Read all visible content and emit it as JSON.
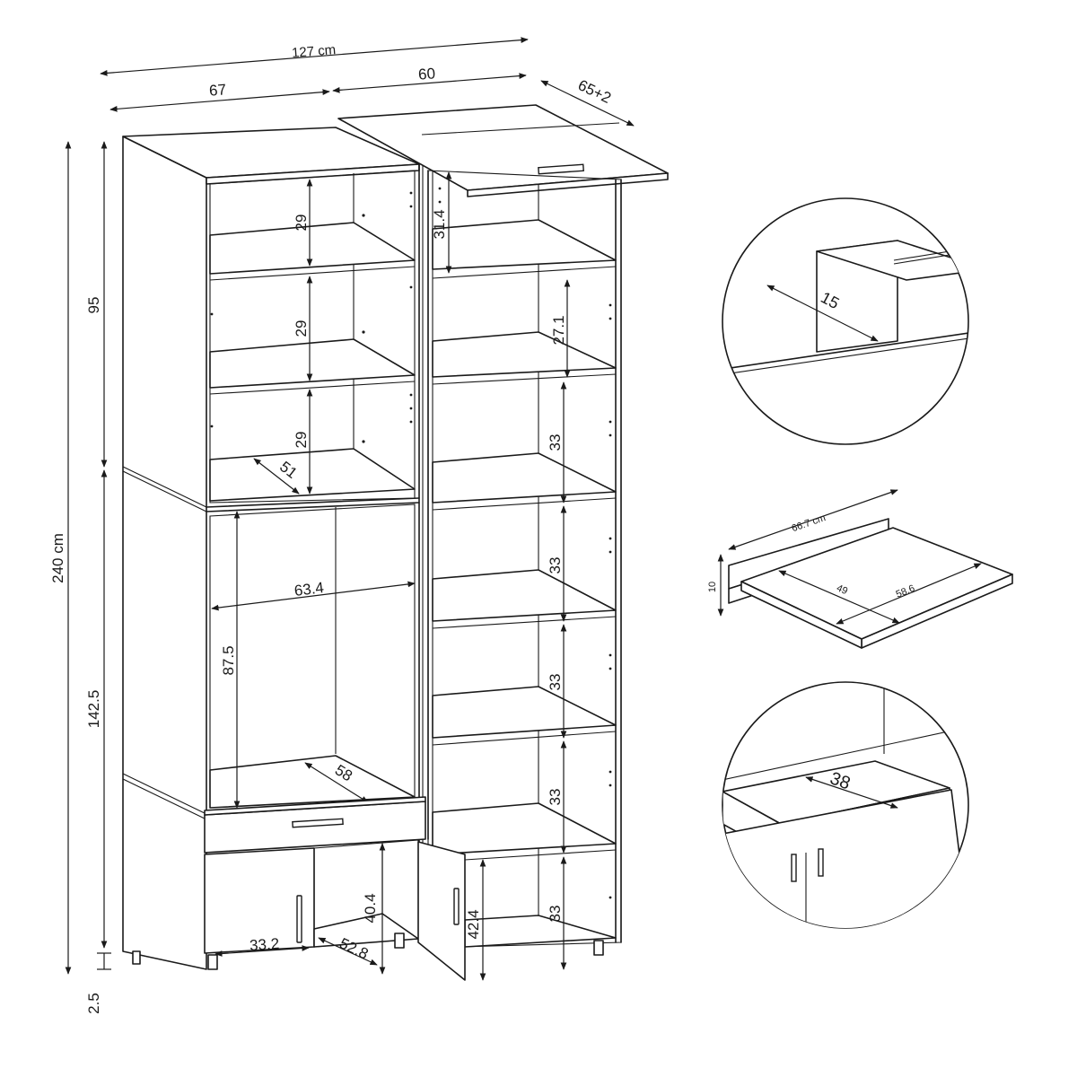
{
  "colors": {
    "line": "#1a1a1a",
    "background": "#ffffff"
  },
  "dims": {
    "total_width": "127 cm",
    "left_width": "67",
    "right_width": "60",
    "depth": "65+2",
    "total_height": "240 cm",
    "upper_height": "95",
    "lower_height": "142.5",
    "plinth": "2.5",
    "shelf_top_left": "29",
    "shelf_mid_left": "29",
    "shelf_low_left": "29",
    "shelf_depth_left": "51",
    "shelf_top_right": "31.4",
    "shelf_right_2": "27.1",
    "shelf_right_3": "33",
    "shelf_right_4": "33",
    "shelf_right_5": "33",
    "shelf_right_6": "33",
    "shelf_right_7": "33",
    "niche_width": "63.4",
    "niche_height": "87.5",
    "niche_depth": "58",
    "cab_height": "40.4",
    "cab_depth": "52.8",
    "cab_width": "33.2",
    "door_height": "42.4"
  },
  "details": {
    "detail1_dim": "15",
    "detail2_width": "66.7 cm",
    "detail2_height": "10",
    "detail2_inner_width": "49",
    "detail2_depth": "58.6",
    "detail3_dim": "38"
  }
}
